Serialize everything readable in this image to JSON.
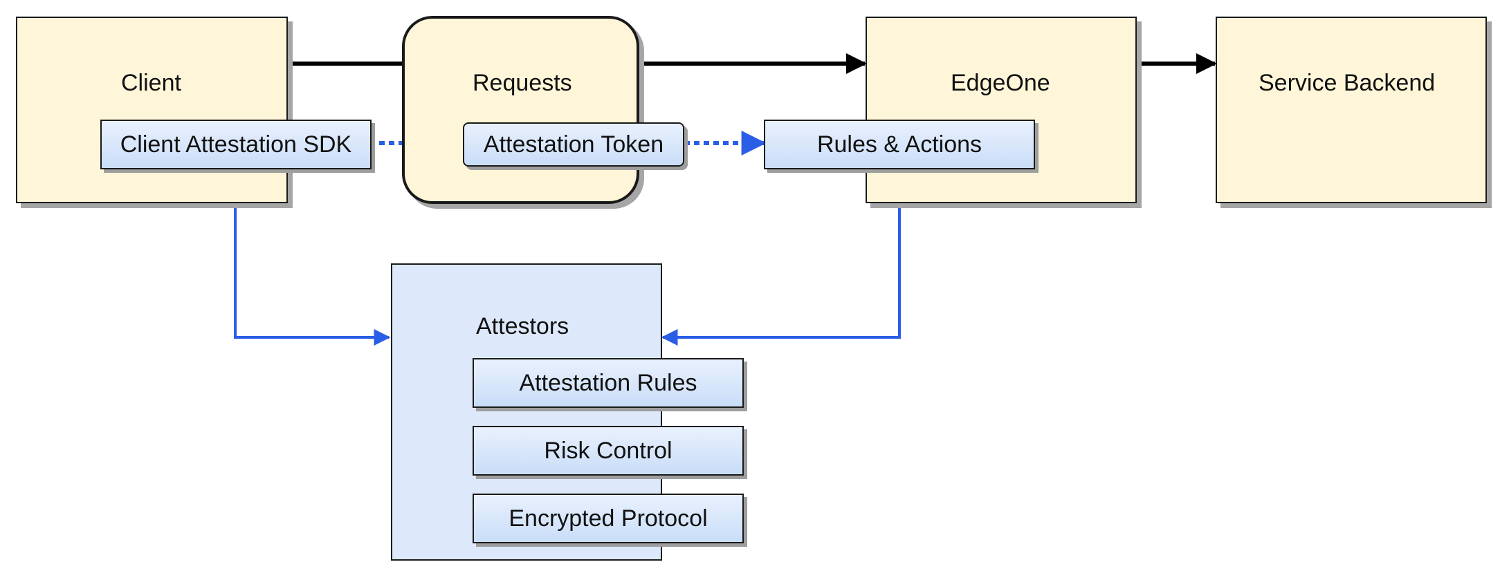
{
  "nodes": {
    "client": {
      "title": "Client",
      "sdk": "Client Attestation SDK"
    },
    "requests": {
      "title": "Requests",
      "token": "Attestation Token"
    },
    "edgeone": {
      "title": "EdgeOne",
      "rules": "Rules & Actions"
    },
    "backend": {
      "title": "Service Backend"
    },
    "attestors": {
      "title": "Attestors",
      "items": [
        "Attestation Rules",
        "Risk Control",
        "Encrypted Protocol"
      ]
    }
  },
  "colors": {
    "box_fill": "#fff6d9",
    "sub_fill": "#dde9fb",
    "flow_line": "#000000",
    "token_line": "#2b5ee6"
  }
}
